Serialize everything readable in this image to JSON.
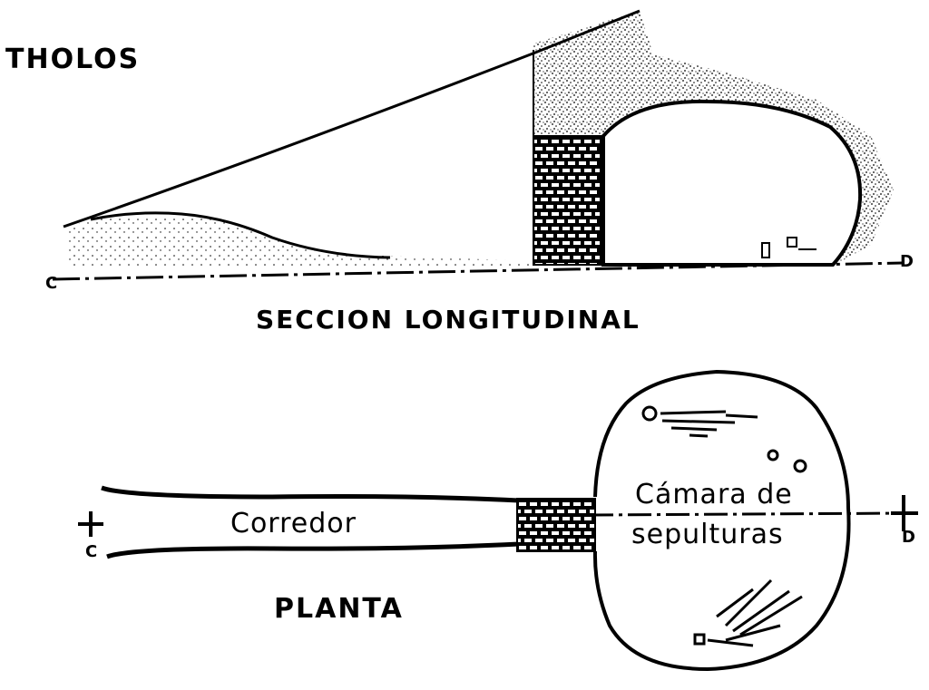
{
  "title": "THOLOS",
  "section": {
    "title": "SECCION LONGITUDINAL",
    "end_left": "C",
    "end_right": "D"
  },
  "plan": {
    "title": "PLANTA",
    "corridor": "Corredor",
    "chamber_line1": "Cámara de",
    "chamber_line2": "sepulturas",
    "end_left": "C",
    "end_right": "D"
  }
}
